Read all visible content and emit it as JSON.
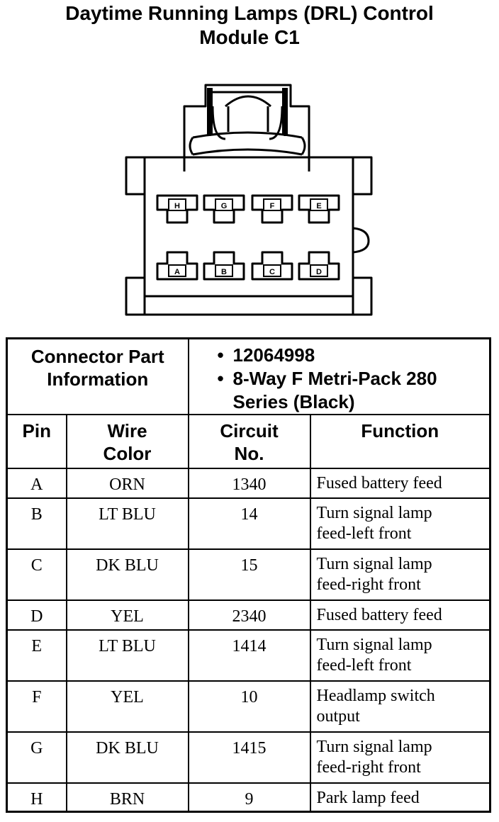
{
  "title": {
    "line1": "Daytime Running Lamps (DRL) Control",
    "line2": "Module C1"
  },
  "connector": {
    "pins_top": [
      "H",
      "G",
      "F",
      "E"
    ],
    "pins_bottom": [
      "A",
      "B",
      "C",
      "D"
    ]
  },
  "info": {
    "label_line1": "Connector Part",
    "label_line2": "Information",
    "part_number": "12064998",
    "description_line1": "8-Way F Metri-Pack 280",
    "description_line2": "Series (Black)"
  },
  "columns": {
    "pin": "Pin",
    "wire_color_line1": "Wire",
    "wire_color_line2": "Color",
    "circuit_line1": "Circuit",
    "circuit_line2": "No.",
    "function": "Function"
  },
  "rows": [
    {
      "pin": "A",
      "color": "ORN",
      "circuit": "1340",
      "func1": "Fused battery feed",
      "func2": ""
    },
    {
      "pin": "B",
      "color": "LT BLU",
      "circuit": "14",
      "func1": "Turn signal lamp",
      "func2": "feed-left front"
    },
    {
      "pin": "C",
      "color": "DK BLU",
      "circuit": "15",
      "func1": "Turn signal lamp",
      "func2": "feed-right front"
    },
    {
      "pin": "D",
      "color": "YEL",
      "circuit": "2340",
      "func1": "Fused battery feed",
      "func2": ""
    },
    {
      "pin": "E",
      "color": "LT BLU",
      "circuit": "1414",
      "func1": "Turn signal lamp",
      "func2": "feed-left front"
    },
    {
      "pin": "F",
      "color": "YEL",
      "circuit": "10",
      "func1": "Headlamp switch",
      "func2": "output"
    },
    {
      "pin": "G",
      "color": "DK BLU",
      "circuit": "1415",
      "func1": "Turn signal lamp",
      "func2": "feed-right front"
    },
    {
      "pin": "H",
      "color": "BRN",
      "circuit": "9",
      "func1": "Park lamp feed",
      "func2": ""
    }
  ]
}
